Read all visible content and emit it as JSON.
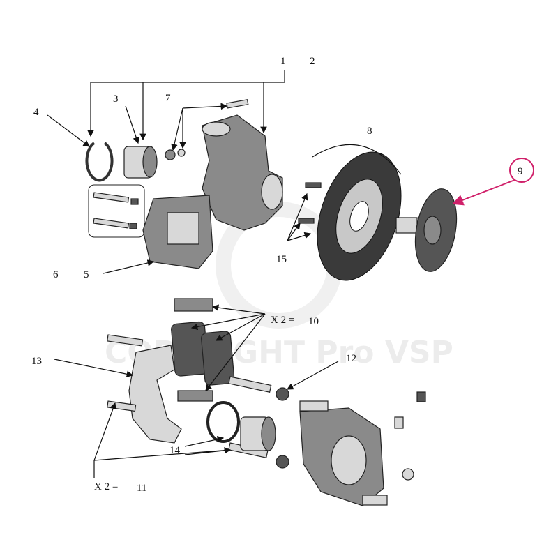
{
  "diagram": {
    "callouts": {
      "c1": "1",
      "c2": "2",
      "c3": "3",
      "c4": "4",
      "c5": "5",
      "c6": "6",
      "c7": "7",
      "c8": "8",
      "c9": "9",
      "c10_prefix": "X 2 =",
      "c10": "10",
      "c11_prefix": "X 2 =",
      "c11": "11",
      "c12": "12",
      "c13": "13",
      "c14": "14",
      "c15": "15"
    },
    "highlight_color": "#d0206a",
    "watermark": "COPYRIGHT Pro VSP"
  }
}
